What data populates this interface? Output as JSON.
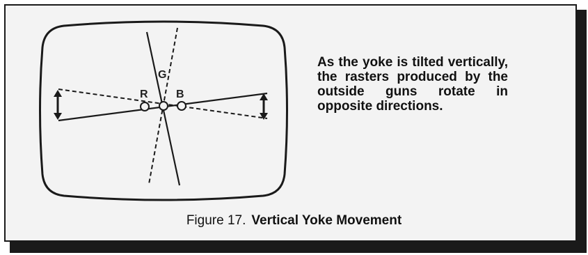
{
  "diagram": {
    "label_r": "R",
    "label_g": "G",
    "label_b": "B"
  },
  "description": "As the yoke is tilted vertically, the rasters produced by the outside guns rotate in opposite directions.",
  "caption": {
    "label": "Figure 17.",
    "title": "Vertical Yoke Movement"
  },
  "colors": {
    "frame_background": "#f3f3f3",
    "ink": "#1a1a1a"
  }
}
